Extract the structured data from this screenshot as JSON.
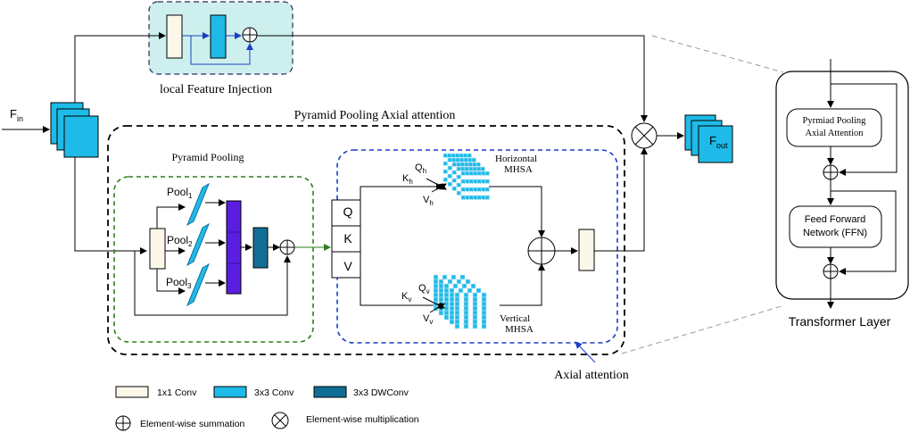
{
  "local_block": {
    "label": "local Feature Injection"
  },
  "input": {
    "label": "F",
    "sub": "in"
  },
  "output": {
    "label": "F",
    "sub": "out"
  },
  "ppa": {
    "title": "Pyramid Pooling Axial attention"
  },
  "pyramid": {
    "title": "Pyramid Pooling",
    "pools": [
      {
        "label": "Pool",
        "sub": "1"
      },
      {
        "label": "Pool",
        "sub": "2"
      },
      {
        "label": "Pool",
        "sub": "3"
      }
    ]
  },
  "axial": {
    "caption": "Axial attention",
    "qkv": [
      "Q",
      "K",
      "V"
    ],
    "horizontal": {
      "title_line1": "Horizontal",
      "title_line2": "MHSA",
      "q": "Q",
      "q_sub": "h",
      "k": "K",
      "k_sub": "h",
      "v": "V",
      "v_sub": "h"
    },
    "vertical": {
      "title_line1": "Vertical",
      "title_line2": "MHSA",
      "q": "Q",
      "q_sub": "v",
      "k": "K",
      "k_sub": "v",
      "v": "V",
      "v_sub": "v"
    }
  },
  "transformer": {
    "title": "Transformer Layer",
    "box1_line1": "Pyrmiad Pooling",
    "box1_line2": "Axial Attention",
    "box2_line1": "Feed Forward",
    "box2_line2": "Network (FFN)"
  },
  "legend": {
    "conv1x1": "1x1 Conv",
    "conv3x3": "3x3 Conv",
    "dwconv": "3x3 DWConv",
    "sum": "Element-wise summation",
    "mult": "Element-wise multiplication"
  },
  "colors": {
    "cyan": "#1ebbe8",
    "cream": "#fbf8ea",
    "dwconv": "#106e96",
    "purple": "#5a1ee0",
    "local_bg": "#cdf0ee",
    "green": "#2e7d1e",
    "blue": "#1a3fc4"
  }
}
